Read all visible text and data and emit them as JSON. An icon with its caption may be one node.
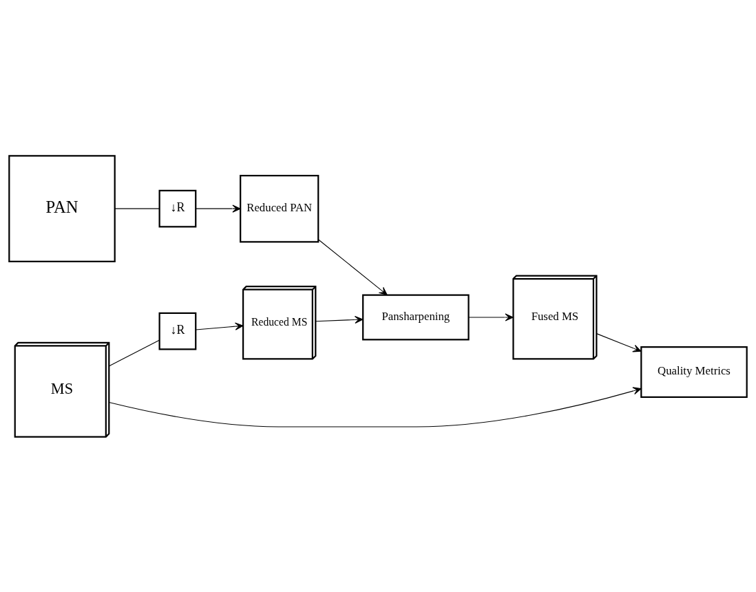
{
  "diagram": {
    "nodes": [
      {
        "text": [
          "PAN"
        ]
      },
      {
        "text": [
          "↓R"
        ]
      },
      {
        "text": [
          "Reduced PAN"
        ]
      },
      {
        "text": [
          "MS"
        ]
      },
      {
        "text": [
          "↓R"
        ]
      },
      {
        "text": [
          "Reduced MS"
        ]
      },
      {
        "text": [
          "Pansharpening"
        ]
      },
      {
        "text": [
          "Fused MS"
        ]
      },
      {
        "text": [
          "Quality Metrics"
        ]
      }
    ],
    "edges": [
      {
        "from": 0,
        "to": 1,
        "arrow": "none"
      },
      {
        "from": 1,
        "to": 2,
        "arrow": "to"
      },
      {
        "from": 2,
        "to": 6,
        "arrow": "to"
      },
      {
        "from": 3,
        "to": 4,
        "arrow": "none"
      },
      {
        "from": 4,
        "to": 5,
        "arrow": "to"
      },
      {
        "from": 5,
        "to": 6,
        "arrow": "to"
      },
      {
        "from": 6,
        "to": 7,
        "arrow": "to"
      },
      {
        "from": 7,
        "to": 8,
        "arrow": "to"
      },
      {
        "from": 3,
        "to": 8,
        "arrow": "to"
      }
    ]
  }
}
